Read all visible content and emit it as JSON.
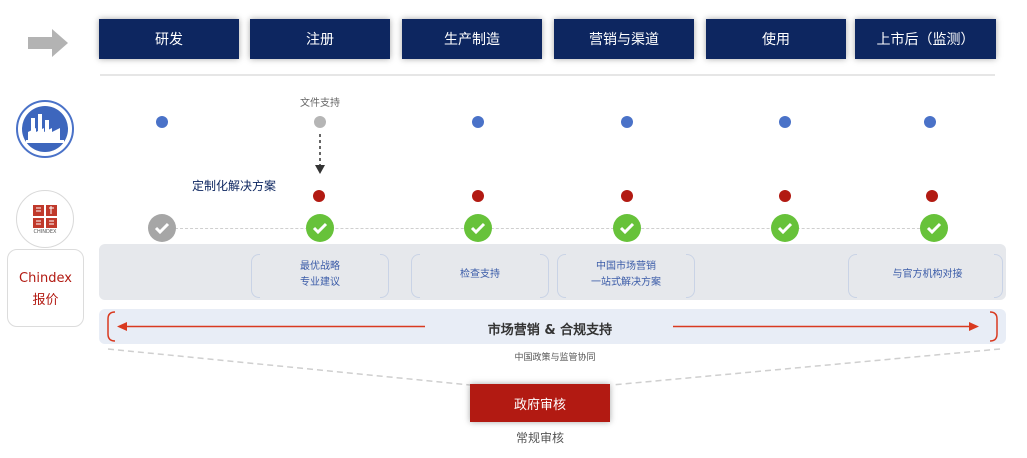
{
  "stages": [
    "研发",
    "注册",
    "生产制造",
    "营销与渠道",
    "使用",
    "上市后（监测）"
  ],
  "file_support_label": "文件支持",
  "custom_solution_label": "定制化解决方案",
  "chindex_label": "Chindex\n报价",
  "chindex_logo_text": "CHINDEX",
  "services": [
    {
      "lines": [
        "最优战略",
        "专业建议"
      ]
    },
    {
      "lines": [
        "检查支持"
      ]
    },
    {
      "lines": [
        "中国市场营销",
        "一站式解决方案"
      ]
    },
    {
      "lines": [
        "与官方机构对接"
      ]
    }
  ],
  "marketing_label": "市场营销 & 合规支持",
  "gov_coordination_label": "中国政策与监管协同",
  "gov_review_label": "政府审核",
  "routine_review_label": "常规审核",
  "colors": {
    "navy": "#0d2660",
    "red": "#b21a12",
    "blue_dot": "#4a72c8",
    "green_check": "#67c23a"
  }
}
